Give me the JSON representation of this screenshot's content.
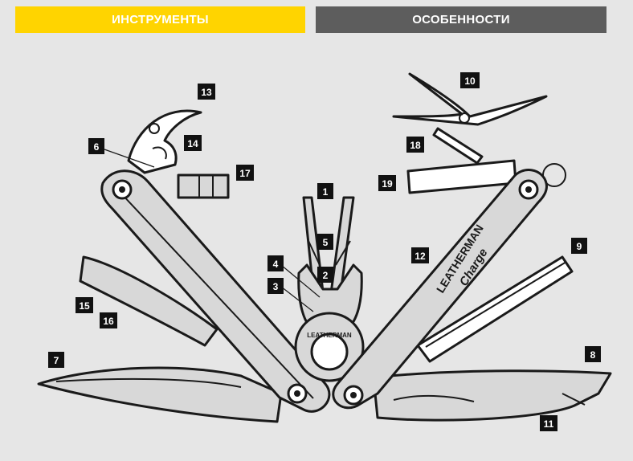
{
  "tabs": {
    "tools_label": "ИНСТРУМЕНТЫ",
    "features_label": "ОСОБЕННОСТИ",
    "active_color": "#ffd400",
    "inactive_color": "#5d5d5d"
  },
  "diagram": {
    "brand_text": "LEATHERMAN",
    "model_text": "Charge",
    "pivot_text": "LEATHERMAN",
    "callouts": {
      "c1": "1",
      "c2": "2",
      "c3": "3",
      "c4": "4",
      "c5": "5",
      "c6": "6",
      "c7": "7",
      "c8": "8",
      "c9": "9",
      "c10": "10",
      "c11": "11",
      "c12": "12",
      "c13": "13",
      "c14": "14",
      "c15": "15",
      "c16": "16",
      "c17": "17",
      "c18": "18",
      "c19": "19"
    }
  }
}
